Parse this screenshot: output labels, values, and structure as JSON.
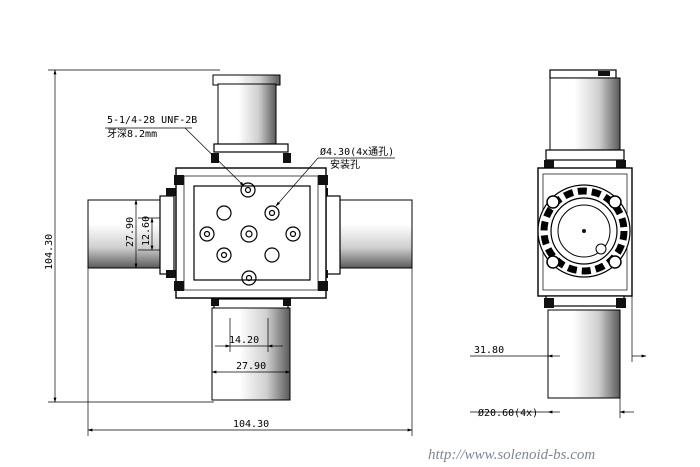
{
  "annotations": {
    "thread_spec": "5-1/4-28 UNF-2B",
    "thread_depth": "牙深8.2mm",
    "hole_spec": "Ø4.30(4x通孔)",
    "hole_purpose": "安装孔"
  },
  "dimensions": {
    "overall_height": "104.30",
    "overall_width": "104.30",
    "side_width": "27.90",
    "side_inner": "12.60",
    "bottom_inner": "14.20",
    "bottom_width": "27.90",
    "right_offset": "31.80",
    "diameter": "Ø20.60(4x)"
  },
  "watermark": "http://www.solenoid-bs.com"
}
